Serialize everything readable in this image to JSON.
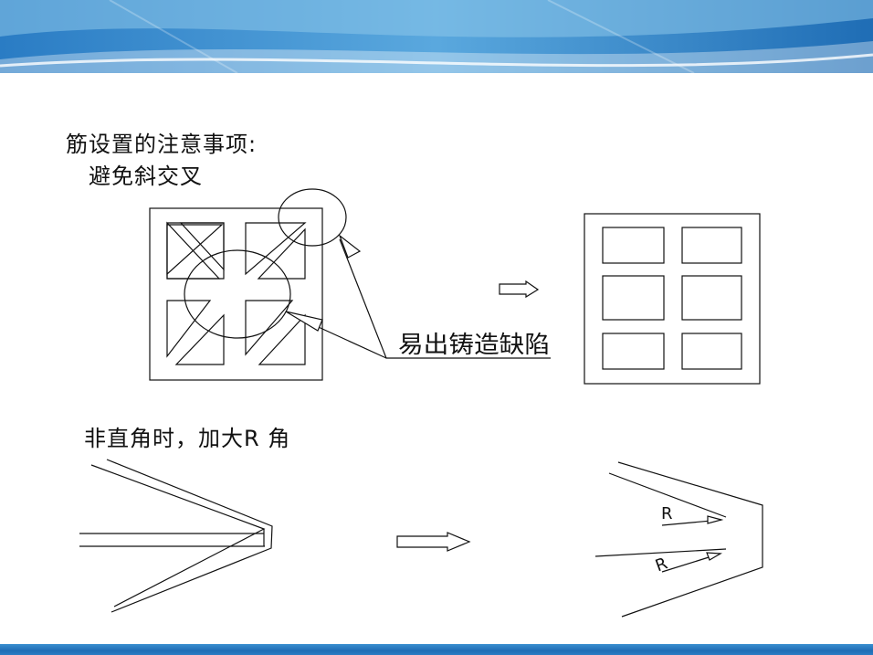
{
  "slide": {
    "title": "筋设置的注意事项:",
    "point_1": "避免斜交叉",
    "callout_label": "易出铸造缺陷",
    "point_2": "非直角时，加大R 角",
    "radius_label_top": "R",
    "radius_label_bottom": "R"
  },
  "colors": {
    "header_blue": "#1f6db5",
    "header_light": "#9fd0ee",
    "line": "#111111"
  }
}
